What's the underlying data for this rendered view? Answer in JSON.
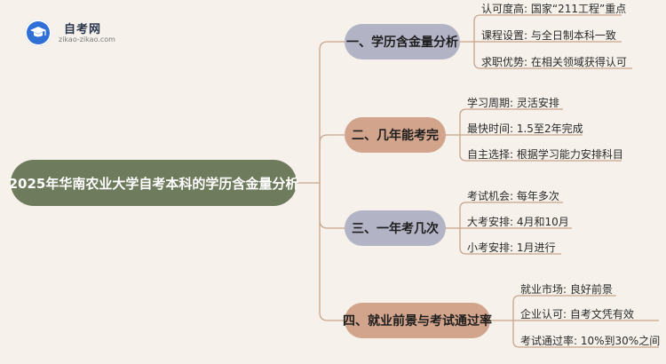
{
  "logo": {
    "title": "自考网",
    "subtitle": "zikao-zikao.com",
    "icon": "graduation-cap-icon",
    "color": "#2f6fd6"
  },
  "root": {
    "label": "2025年华南农业大学自考本科的学历含金量分析",
    "color": "#6e7b5c"
  },
  "branches": [
    {
      "label": "一、学历含金量分析",
      "color": "#b3b3c6",
      "leaves": [
        "认可度高: 国家“211工程”重点",
        "课程设置: 与全日制本科一致",
        "求职优势: 在相关领域获得认可"
      ]
    },
    {
      "label": "二、几年能考完",
      "color": "#d2a48c",
      "leaves": [
        "学习周期: 灵活安排",
        "最快时间: 1.5至2年完成",
        "自主选择: 根据学习能力安排科目"
      ]
    },
    {
      "label": "三、一年考几次",
      "color": "#b3b3c6",
      "leaves": [
        "考试机会: 每年多次",
        "大考安排: 4月和10月",
        "小考安排: 1月进行"
      ]
    },
    {
      "label": "四、就业前景与考试通过率",
      "color": "#d2a48c",
      "leaves": [
        "就业市场: 良好前景",
        "企业认可: 自考文凭有效",
        "考试通过率: 10%到30%之间"
      ]
    }
  ],
  "line_color": "#c9a58c"
}
